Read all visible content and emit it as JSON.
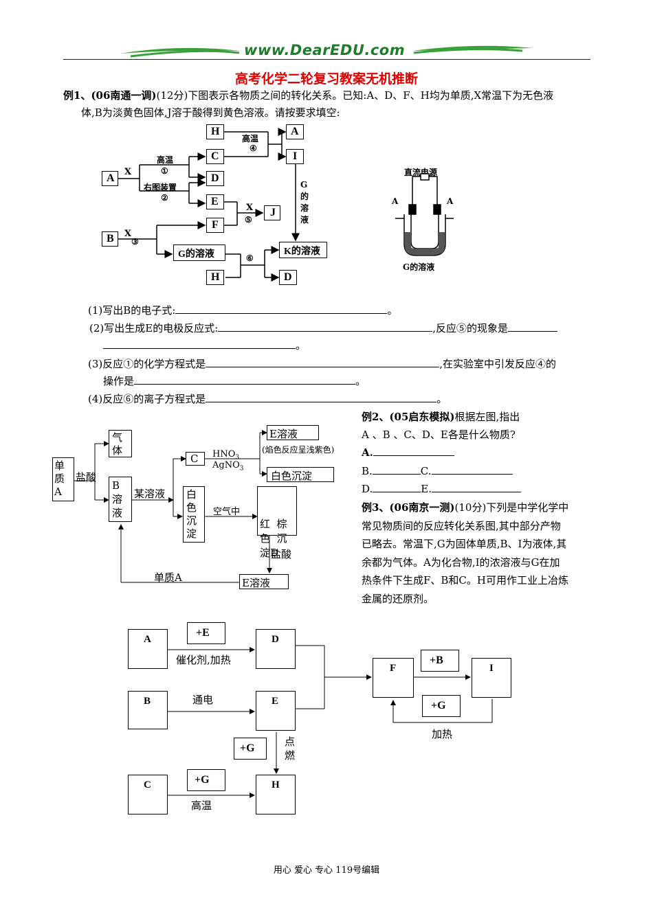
{
  "header": {
    "logo_text": "www.DearEDU.com",
    "title": "高考化学二轮复习教案无机推断"
  },
  "ex1": {
    "label": "例1、(06南通一调)",
    "intro_1": "(12分)下图表示各物质之间的转化关系。已知:A、D、F、H均为单质,X常温下为无色液",
    "intro_2": "体,B为淡黄色固体,J溶于酸得到黄色溶液。请按要求填空:",
    "diagram": {
      "A": "A",
      "B": "B",
      "C": "C",
      "D": "D",
      "D2": "D",
      "E": "E",
      "F": "F",
      "H": "H",
      "H2": "H",
      "A2": "A",
      "I": "I",
      "J": "J",
      "G_sol": "G的溶液",
      "K_sol": "K的溶液",
      "X1": "X",
      "X2": "X",
      "X3": "X",
      "high_temp_1": "高温",
      "c1": "①",
      "fig_device": "右图装置",
      "c2": "②",
      "high_temp_4": "高温",
      "c4": "④",
      "c5": "⑤",
      "c3": "③",
      "c6": "⑥",
      "g_vertical": [
        "G",
        "的",
        "溶",
        "液"
      ]
    },
    "apparatus": {
      "power": "直流电源",
      "left": "A",
      "right": "A",
      "caption": "G的溶液"
    },
    "q1": "(1)写出B的电子式:",
    "q1_end": "。",
    "q2": "(2)写出生成E的电极反应式:",
    "q2_mid": ",反应⑤的现象是",
    "q2_end": "。",
    "q3": "(3)反应①的化学方程式是",
    "q3_mid": ",在实验室中引发反应④的",
    "q3b": "操作是",
    "q3b_end": "。",
    "q4": "(4)反应⑥的离子方程式是",
    "q4_end": "。"
  },
  "ex2": {
    "label": "例2、(05启东模拟)",
    "text_1": "根据左图,指出",
    "text_2": "A 、B 、C、D、E各是什么物质?",
    "a": "A.",
    "b": "B.",
    "c": "C.",
    "d": "D.",
    "e": "E.",
    "diagram": {
      "single_A": [
        "单",
        "质",
        "A"
      ],
      "hcl": "盐酸",
      "gas": [
        "气",
        "体"
      ],
      "B_sol": [
        "B",
        "溶",
        "液"
      ],
      "some_sol": "某溶液",
      "C": "C",
      "hno3": "HNO",
      "hno3_sub": "3",
      "agno3": "AgNO",
      "agno3_sub": "3",
      "E_sol": "E溶液",
      "flame": "(焰色反应呈浅紫色)",
      "white_ppt": "白色沉淀",
      "white_ppt_v": [
        "白",
        "色",
        "沉",
        "淀"
      ],
      "air": "空气中",
      "red_brown": [
        "红  棕",
        "色  沉",
        "淀D"
      ],
      "hcl2": "盐酸",
      "E_sol2": "E溶液",
      "single_A2": "单质A"
    }
  },
  "ex3": {
    "label": "例3、(06南京一测)",
    "lines": [
      "(10分)下列是中学化学中",
      "常见物质间的反应转化关系图,其中部分产物",
      "已略去。常温下,G为固体单质,B、I为液体,其",
      "余都为气体。A为化合物,I的浓溶液与G在加",
      "热条件下生成F、B和C。H可用作工业上冶炼",
      "金属的还原剂。"
    ],
    "diagram": {
      "A": "A",
      "B": "B",
      "C": "C",
      "D": "D",
      "E": "E",
      "F": "F",
      "H": "H",
      "I": "I",
      "plusE": "+E",
      "plusG1": "+G",
      "plusG2": "+G",
      "plusB": "+B",
      "plusG3": "+G",
      "catalyst": "催化剂,加热",
      "electric": "通电",
      "ignite": [
        "点",
        "燃"
      ],
      "high_temp": "高温",
      "heat": "加热"
    }
  },
  "footer": "用心 爱心 专心 119号编辑"
}
